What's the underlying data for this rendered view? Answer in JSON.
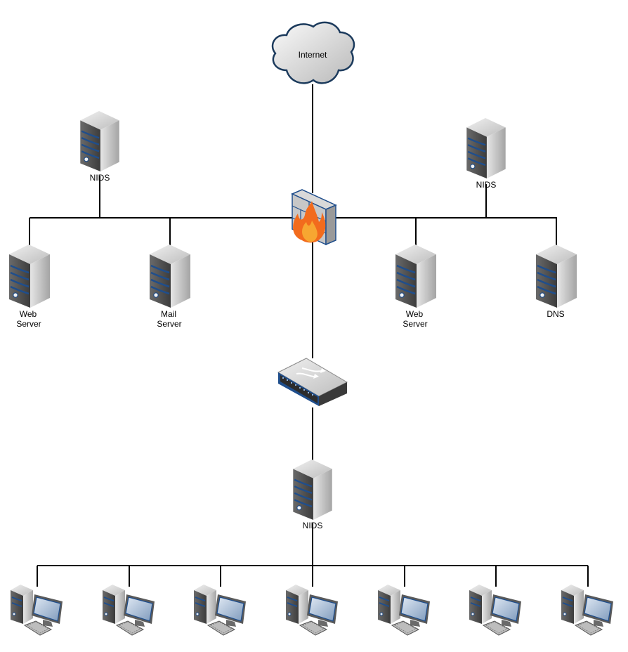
{
  "diagram": {
    "internet_label": "Internet",
    "nids_top_left_label": "NIDS",
    "nids_top_right_label": "NIDS",
    "nids_bottom_label": "NIDS",
    "web_server_left": {
      "line1": "Web",
      "line2": "Server"
    },
    "mail_server": {
      "line1": "Mail",
      "line2": "Server"
    },
    "web_server_right": {
      "line1": "Web",
      "line2": "Server"
    },
    "dns_label": "DNS"
  },
  "icons": {
    "internet": "cloud-icon",
    "firewall": "firewall-icon",
    "switch": "network-switch-icon",
    "server": "server-tower-icon",
    "workstation": "desktop-computer-icon"
  },
  "colors": {
    "cloud_border": "#1b3a5c",
    "server_stripe": "#1f4e8c",
    "firewall_flame": "#f26b1d",
    "switch_blue": "#1f4e8c",
    "line": "#000000"
  }
}
